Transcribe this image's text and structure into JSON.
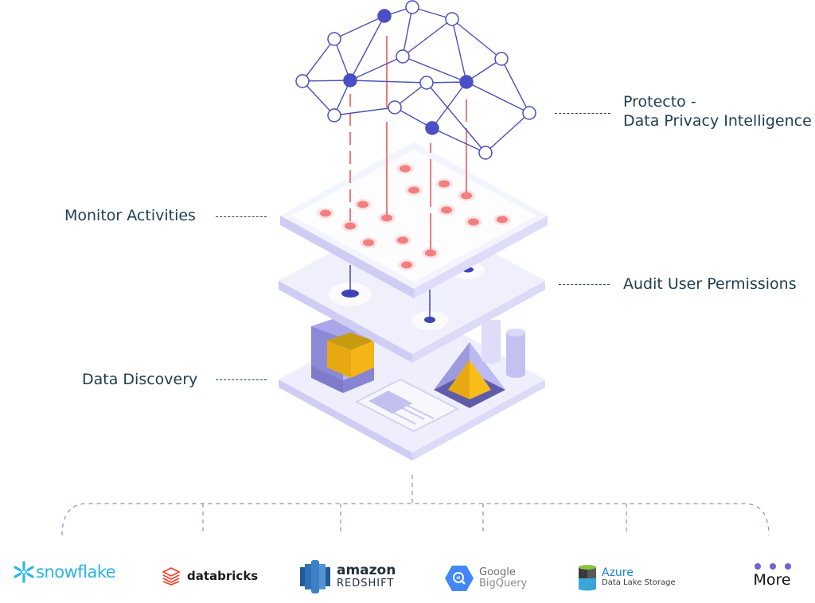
{
  "labels": {
    "protecto_line1": "Protecto -",
    "protecto_line2": "Data Privacy Intelligence",
    "monitor": "Monitor Activities",
    "audit": "Audit User Permissions",
    "discovery": "Data Discovery"
  },
  "integrations": [
    {
      "id": "snowflake",
      "name": "snowflake",
      "icon": "snowflake-logo-icon",
      "color": "#29b5e8"
    },
    {
      "id": "databricks",
      "name": "databricks",
      "icon": "databricks-logo-icon",
      "color": "#ff3621"
    },
    {
      "id": "redshift",
      "name": "amazon",
      "subtitle": "REDSHIFT",
      "icon": "amazon-redshift-logo-icon",
      "color": "#205b98"
    },
    {
      "id": "bigquery",
      "name": "Google",
      "subtitle": "BigQuery",
      "icon": "google-bigquery-logo-icon",
      "color": "#4386fa"
    },
    {
      "id": "azure",
      "name": "Azure",
      "subtitle": "Data Lake Storage",
      "icon": "azure-data-lake-logo-icon",
      "color": "#1a7fd6"
    },
    {
      "id": "more",
      "name": "More",
      "icon": "more-dots-icon",
      "color": "#6b65d6"
    }
  ],
  "colors": {
    "network_stroke": "#4a4fb8",
    "network_fill": "#4a4fc7",
    "accent_red": "#f07a7a",
    "platform": "#eeeefc",
    "platform_edge": "#cfcdf3",
    "gold": "#f4b415"
  }
}
